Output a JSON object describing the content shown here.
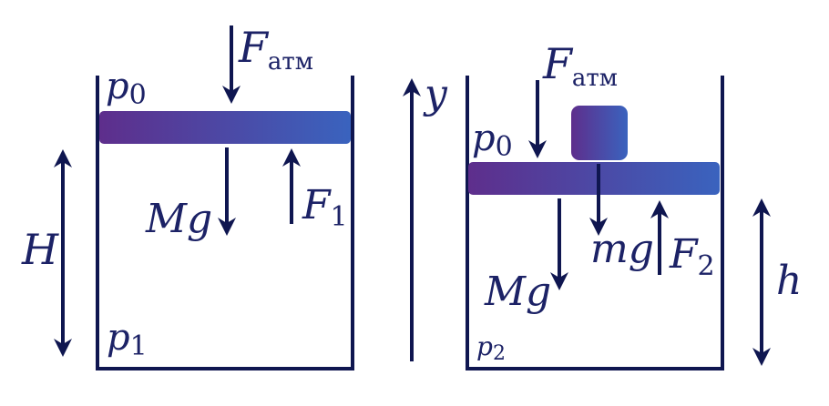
{
  "colors": {
    "ink": "#0f1650",
    "piston_left": "#5e2e8c",
    "piston_right": "#3a63be"
  },
  "left": {
    "f_atm": {
      "sym": "F",
      "sub": "атм"
    },
    "p0": {
      "sym": "p",
      "sub": "0"
    },
    "Mg": "Mg",
    "f1": {
      "sym": "F",
      "sub": "1"
    },
    "H": "H",
    "p1": {
      "sym": "p",
      "sub": "1"
    }
  },
  "axis": {
    "label": "y"
  },
  "right": {
    "f_atm": {
      "sym": "F",
      "sub": "атм"
    },
    "p0": {
      "sym": "p",
      "sub": "0"
    },
    "mg": "mg",
    "f2": {
      "sym": "F",
      "sub": "2"
    },
    "Mg": "Mg",
    "h": "h",
    "p2": {
      "sym": "p",
      "sub": "2"
    }
  }
}
